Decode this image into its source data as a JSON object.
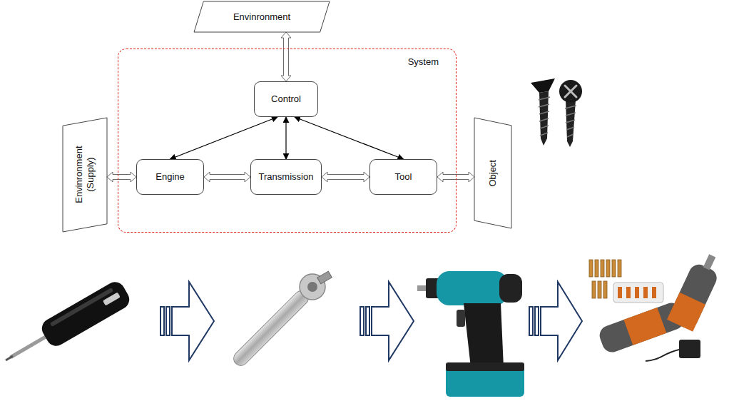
{
  "diagram": {
    "nodes": [
      {
        "text": [
          "Envinronment"
        ]
      },
      {
        "text": [
          "System"
        ]
      },
      {
        "text": [
          "Control"
        ],
        "in": 1
      },
      {
        "text": [
          "Engine"
        ],
        "in": 1
      },
      {
        "text": [
          "Transmission"
        ],
        "in": 1
      },
      {
        "text": [
          "Tool"
        ],
        "in": 1
      },
      {
        "text": [
          "Envinronment (Supply)"
        ]
      },
      {
        "text": [
          "Object"
        ]
      }
    ],
    "edges": [
      {
        "from": 0,
        "to": 2,
        "arrow": "both"
      },
      {
        "from": 2,
        "to": 3,
        "arrow": "both"
      },
      {
        "from": 2,
        "to": 4,
        "arrow": "both"
      },
      {
        "from": 2,
        "to": 5,
        "arrow": "both"
      },
      {
        "from": 6,
        "to": 3,
        "arrow": "both"
      },
      {
        "from": 3,
        "to": 4,
        "arrow": "both"
      },
      {
        "from": 4,
        "to": 5,
        "arrow": "both"
      },
      {
        "from": 5,
        "to": 7,
        "arrow": "both"
      }
    ]
  }
}
